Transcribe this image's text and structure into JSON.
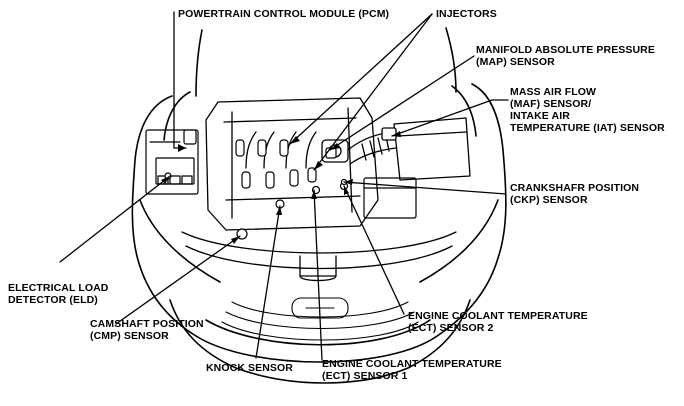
{
  "diagram": {
    "labels": {
      "pcm": [
        "POWERTRAIN CONTROL MODULE (PCM)"
      ],
      "injectors": [
        "INJECTORS"
      ],
      "map": [
        "MANIFOLD ABSOLUTE PRESSURE",
        "(MAP) SENSOR"
      ],
      "maf": [
        "MASS AIR FLOW",
        "(MAF) SENSOR/",
        "INTAKE AIR",
        "TEMPERATURE (IAT) SENSOR"
      ],
      "ckp": [
        "CRANKSHAFR POSITION",
        "(CKP) SENSOR"
      ],
      "eld": [
        "ELECTRICAL LOAD",
        "DETECTOR (ELD)"
      ],
      "cmp": [
        "CAMSHAFT POSITION",
        "(CMP) SENSOR"
      ],
      "ect2": [
        "ENGINE COOLANT TEMPERATURE",
        "(ECT) SENSOR 2"
      ],
      "knock": [
        "KNOCK SENSOR"
      ],
      "ect1": [
        "ENGINE COOLANT TEMPERATURE",
        "(ECT) SENSOR 1"
      ]
    }
  }
}
